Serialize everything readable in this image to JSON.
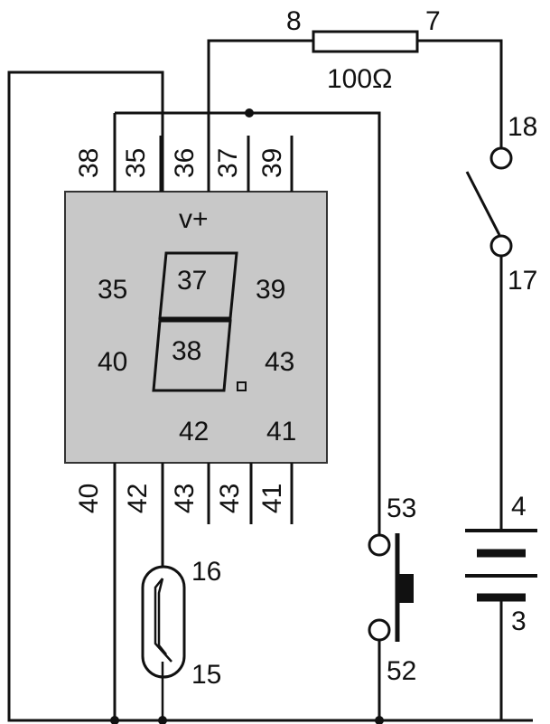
{
  "resistor": {
    "label": "100Ω",
    "left_terminal": "8",
    "right_terminal": "7"
  },
  "switch": {
    "top_terminal": "18",
    "bottom_terminal": "17"
  },
  "battery": {
    "top_terminal": "4",
    "bottom_terminal": "3"
  },
  "push_button": {
    "top_terminal": "53",
    "bottom_terminal": "52"
  },
  "reed_switch": {
    "top_terminal": "16",
    "bottom_terminal": "15"
  },
  "display": {
    "supply_label": "v+",
    "top_pins": [
      "38",
      "35",
      "36",
      "37",
      "39"
    ],
    "bottom_pins": [
      "40",
      "42",
      "43",
      "43",
      "41"
    ],
    "segments": {
      "a": "37",
      "f": "35",
      "b": "39",
      "g": "38",
      "e": "40",
      "c": "43",
      "d": "42",
      "dp": "41"
    }
  },
  "colors": {
    "wire": "#111111",
    "display_fill": "#c8c8c8"
  }
}
